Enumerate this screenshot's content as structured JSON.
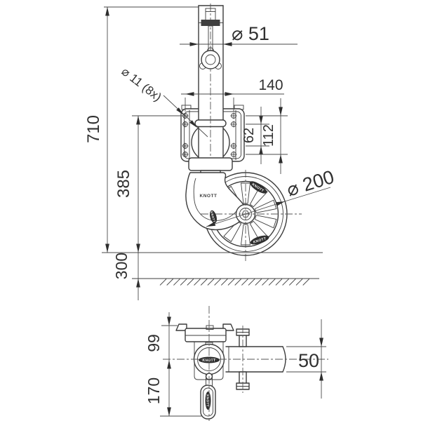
{
  "front_view": {
    "dim_total_height": "710",
    "dim_wheel_height": "385",
    "dim_stroke": "300",
    "dim_tube_diameter": "⌀ 51",
    "dim_hole_note": "⌀ 11 (8x)",
    "dim_hole_spacing_horizontal": "140",
    "dim_hole_spacing_inner": "62",
    "dim_hole_spacing_outer": "112",
    "dim_wheel_diameter": "⌀ 200"
  },
  "bottom_view": {
    "dim_bracket_height": "99",
    "dim_handle_length": "170",
    "dim_tube_diameter": "50"
  },
  "labels": {
    "brand": "KNOTT"
  },
  "colors": {
    "line": "#3c3c3c",
    "text": "#303030",
    "badge": "#2f2f2f"
  }
}
